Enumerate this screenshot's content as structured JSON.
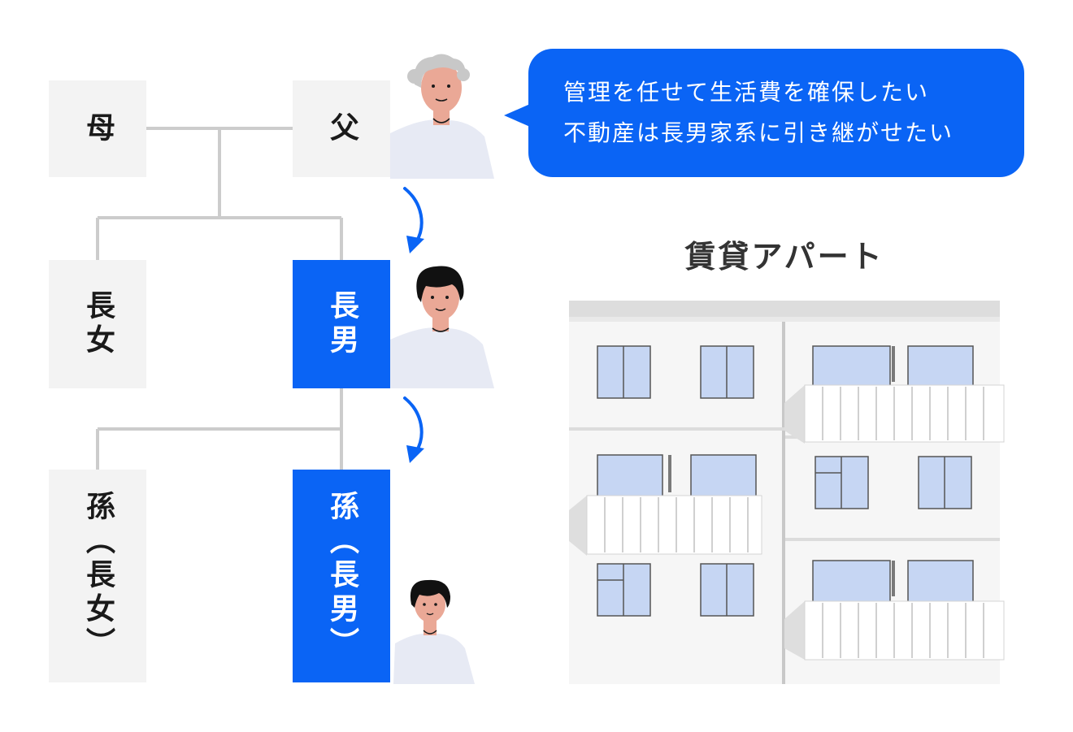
{
  "family": {
    "mother": "母",
    "father": "父",
    "eldest_daughter": "長女",
    "eldest_son": "長男",
    "grandchild_eldest_daughter": "孫（長女）",
    "grandchild_eldest_son": "孫（長男）"
  },
  "speech_bubble": {
    "line1": "管理を任せて生活費を確保したい",
    "line2": "不動産は長男家系に引き継がせたい"
  },
  "building": {
    "title": "賃貸アパート"
  },
  "colors": {
    "accent": "#0a64f5",
    "box_gray": "#f3f3f3",
    "line_gray": "#cccccc",
    "window_blue": "#c6d6f3"
  },
  "icons": [
    "curved-arrow-icon",
    "elderly-man-icon",
    "young-man-icon",
    "boy-icon"
  ]
}
